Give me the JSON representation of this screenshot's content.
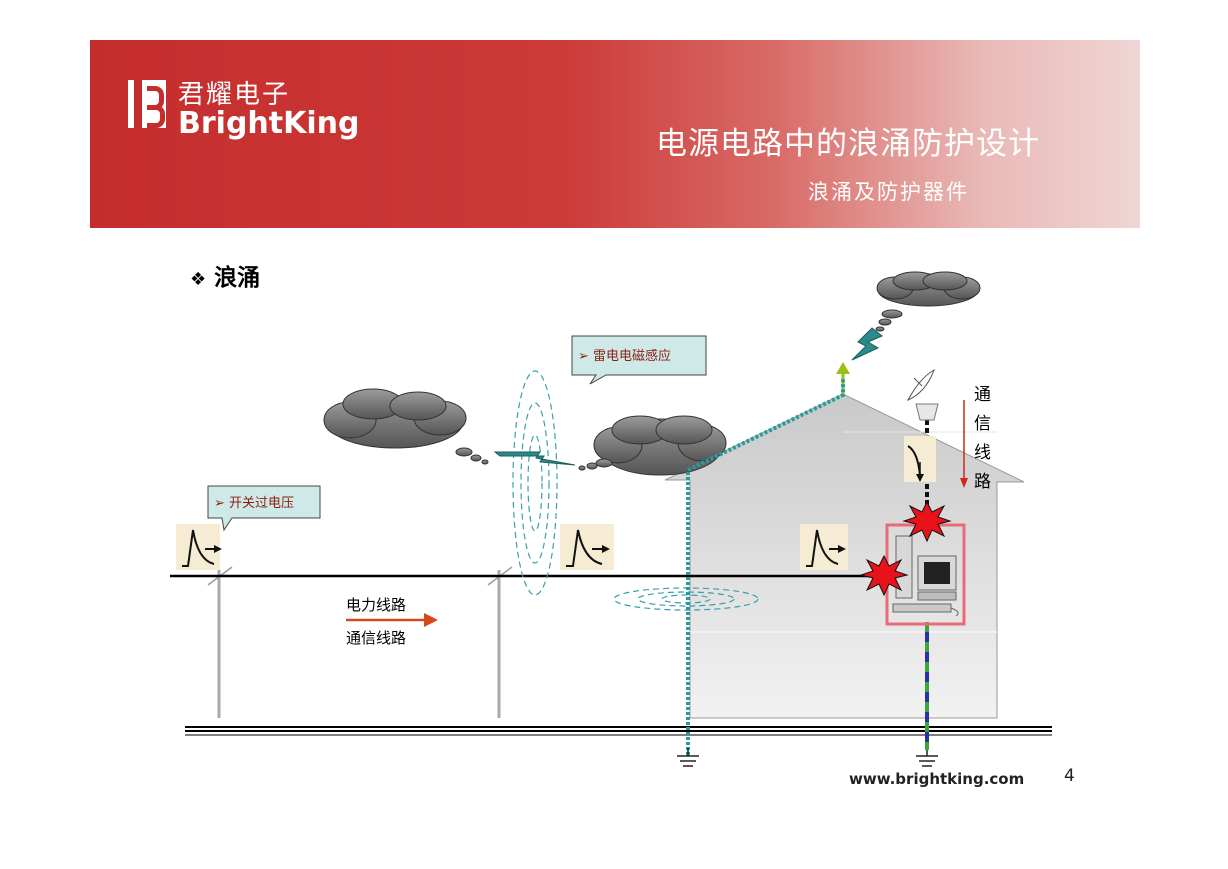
{
  "header": {
    "logo_cn": "君耀电子",
    "logo_en": "BrightKing",
    "title": "电源电路中的浪涌防护设计",
    "subtitle": "浪涌及防护器件"
  },
  "section": {
    "bullet_symbol": "❖",
    "heading": "浪涌"
  },
  "diagram": {
    "callout_switching": "➢ 开关过电压",
    "callout_lightning": "➢ 雷电电磁感应",
    "legend_power": "电力线路",
    "legend_comm": "通信线路",
    "vertical_label": [
      "通",
      "信",
      "线",
      "路"
    ]
  },
  "footer": {
    "url": "www.brightking.com",
    "page": "4"
  },
  "colors": {
    "banner_red": "#c52d2d",
    "teal_dotted": "#2a9a9a",
    "callout_fill": "#cfe9e9",
    "arrow_orange": "#d9481b",
    "spark_red": "#e8121a"
  }
}
